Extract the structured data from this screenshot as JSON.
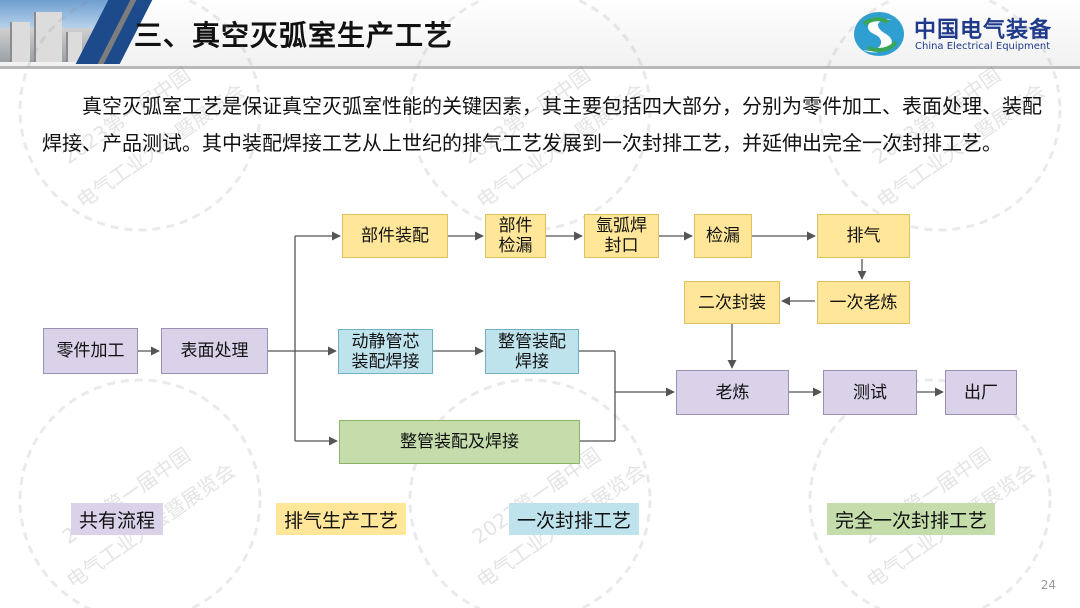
{
  "header": {
    "title": "三、真空灭弧室生产工艺",
    "logo_cn": "中国电气装备",
    "logo_en": "China Electrical Equipment"
  },
  "intro": "真空灭弧室工艺是保证真空灭弧室性能的关键因素，其主要包括四大部分，分别为零件加工、表面处理、装配焊接、产品测试。其中装配焊接工艺从上世纪的排气工艺发展到一次封排工艺，并延伸出完全一次封排工艺。",
  "watermark": {
    "line1": "2023第一届中国",
    "line2": "电气工业大会暨展览会"
  },
  "flow": {
    "nodes": {
      "parts_machining": "零件加工",
      "surface_treatment": "表面处理",
      "component_assembly": "部件装配",
      "component_leak_check": "部件检漏",
      "argon_arc_seal": "氩弧焊封口",
      "leak_check": "检漏",
      "exhaust": "排气",
      "primary_aging": "一次老炼",
      "secondary_seal": "二次封装",
      "dynamic_static_assembly": "动静管芯装配焊接",
      "whole_tube_assembly_weld": "整管装配焊接",
      "whole_tube_assembly_and_weld": "整管装配及焊接",
      "aging": "老炼",
      "testing": "测试",
      "delivery": "出厂"
    },
    "node_lines": {
      "component_leak_check": [
        "部件",
        "检漏"
      ],
      "argon_arc_seal": [
        "氩弧焊",
        "封口"
      ],
      "dynamic_static_assembly": [
        "动静管芯",
        "装配焊接"
      ],
      "whole_tube_assembly_weld": [
        "整管装配",
        "焊接"
      ]
    }
  },
  "legend": {
    "common": "共有流程",
    "exhaust_process": "排气生产工艺",
    "one_seal": "一次封排工艺",
    "full_one_seal": "完全一次封排工艺"
  },
  "colors": {
    "common": "#d9d2e9",
    "exhaust_process": "#ffe699",
    "one_seal": "#bfe3ec",
    "full_one_seal": "#c5dcab",
    "brand_blue": "#1c4a8a"
  },
  "page_number": "24"
}
